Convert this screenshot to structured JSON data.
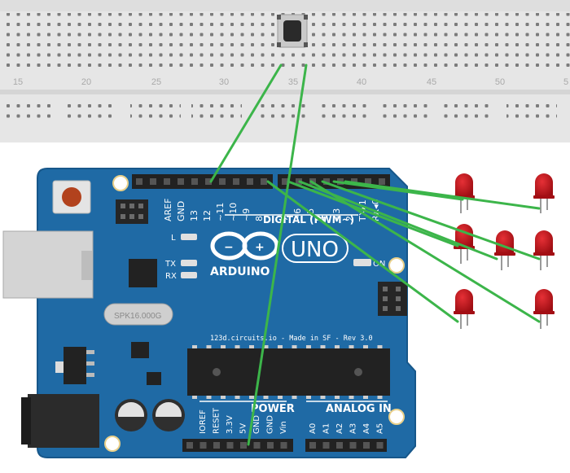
{
  "breadboard": {
    "column_numbers": [
      "15",
      "20",
      "25",
      "30",
      "35",
      "40",
      "45",
      "50",
      "5"
    ]
  },
  "arduino": {
    "brand": "ARDUINO",
    "model": "UNO",
    "crystal": "SPK16.000G",
    "made_in": "123d.circuits.io - Made in SF - Rev 3.0",
    "digital_header_label": "DIGITAL (PWM~)",
    "digital_pins_left": [
      "AREF",
      "GND",
      "13",
      "12",
      "~11",
      "~10",
      "~9",
      "8"
    ],
    "digital_pins_right": [
      "7",
      "~6",
      "~5",
      "4",
      "~3",
      "2",
      "TX▸1",
      "RX◂0"
    ],
    "led_l": "L",
    "led_tx": "TX",
    "led_rx": "RX",
    "led_on": "ON",
    "power_label": "POWER",
    "analog_label": "ANALOG IN",
    "power_pins": [
      "IOREF",
      "RESET",
      "3.3V",
      "5V",
      "GND",
      "GND",
      "Vin"
    ],
    "analog_pins": [
      "A0",
      "A1",
      "A2",
      "A3",
      "A4",
      "A5"
    ],
    "logo_glyphs": [
      "−",
      "+"
    ]
  },
  "colors": {
    "board": "#1f6aa5",
    "wire": "#3cb54a",
    "led": "#c9161d",
    "breadboard": "#e6e6e6"
  },
  "components": {
    "pushbutton": "tactile pushbutton on breadboard",
    "led_count": 7
  }
}
